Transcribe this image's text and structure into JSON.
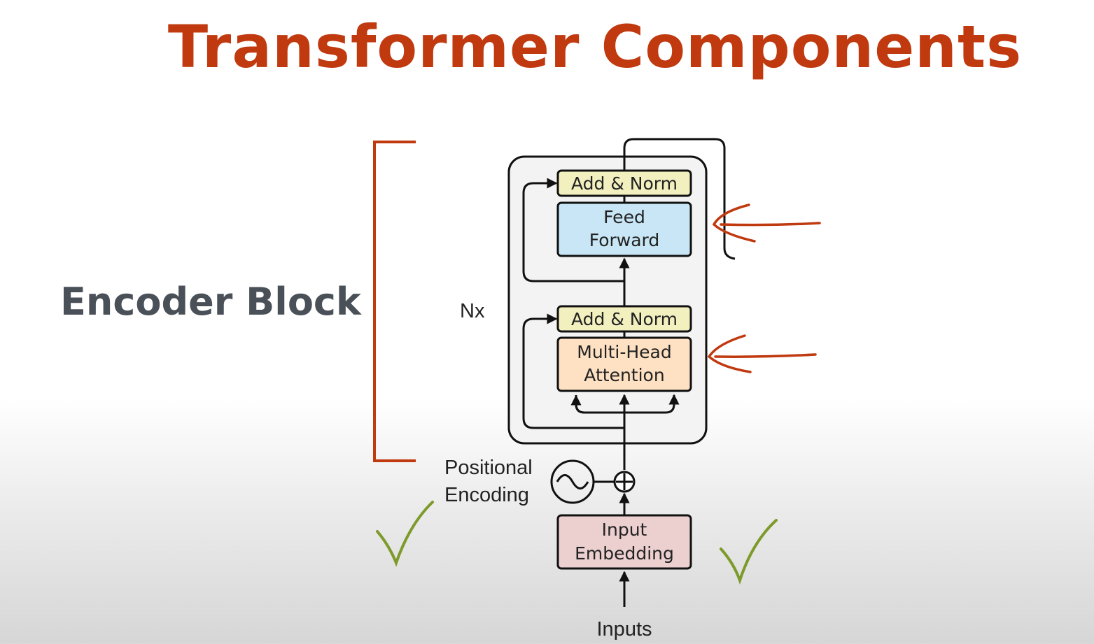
{
  "slide": {
    "title": "Transformer Components",
    "side_label": "Encoder Block"
  },
  "diagram": {
    "repeat_label": "Nx",
    "blocks": {
      "add_norm_top": "Add & Norm",
      "feed_forward": [
        "Feed",
        "Forward"
      ],
      "add_norm_bottom": "Add & Norm",
      "multi_head_attention": [
        "Multi-Head",
        "Attention"
      ],
      "input_embedding": [
        "Input",
        "Embedding"
      ]
    },
    "positional_encoding": [
      "Positional",
      "Encoding"
    ],
    "inputs_label": "Inputs",
    "colors": {
      "title": "#c0390f",
      "annotation": "#c0390f",
      "checkmark": "#7d9a2a",
      "add_norm_fill": "#f3f0c0",
      "feed_forward_fill": "#c8e6f5",
      "attention_fill": "#fde1c2",
      "embedding_fill": "#eccfcf",
      "encoder_panel_fill": "#f3f3f3"
    }
  }
}
